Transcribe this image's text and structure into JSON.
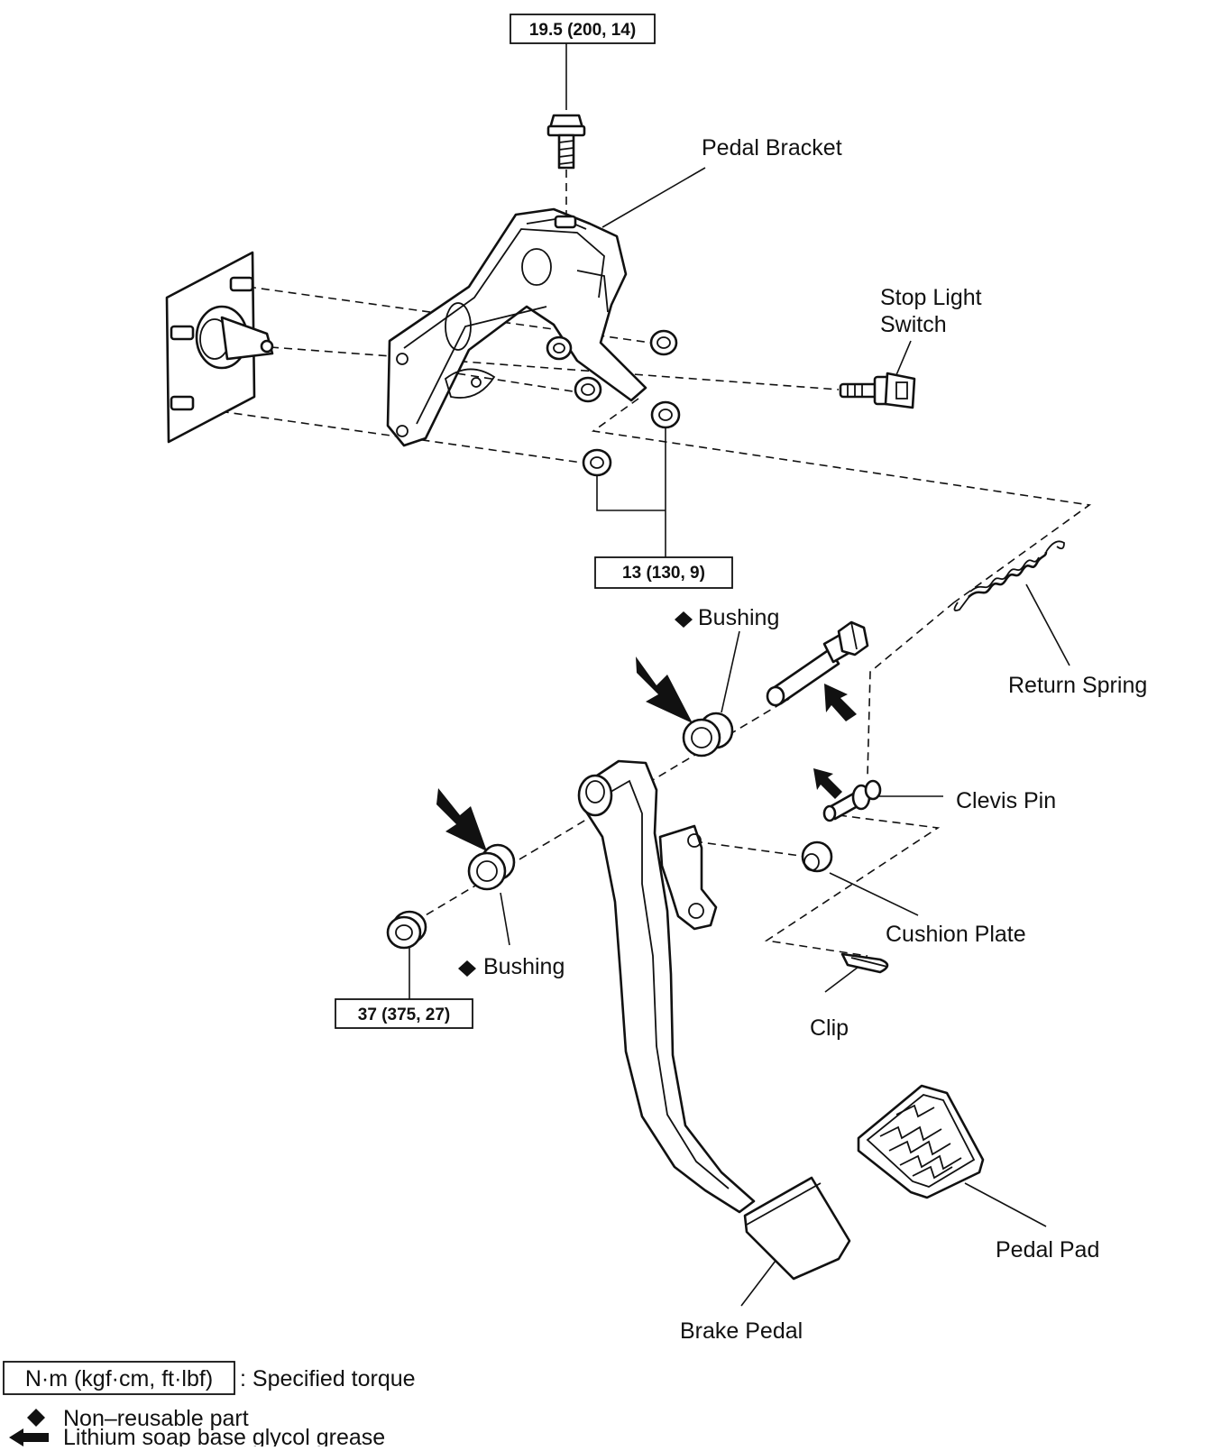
{
  "labels": {
    "pedal_bracket": "Pedal Bracket",
    "stop_light_switch_line1": "Stop Light",
    "stop_light_switch_line2": "Switch",
    "bushing_upper": "Bushing",
    "bushing_lower": "Bushing",
    "return_spring": "Return Spring",
    "clevis_pin": "Clevis Pin",
    "cushion_plate": "Cushion Plate",
    "clip": "Clip",
    "pedal_pad": "Pedal Pad",
    "brake_pedal": "Brake Pedal"
  },
  "torque_specs": {
    "bracket_bolt": "19.5 (200, 14)",
    "bracket_nuts": "13 (130, 9)",
    "pivot_nut": "37 (375, 27)"
  },
  "legend": {
    "torque_unit": "N·m (kgf·cm, ft·lbf)",
    "torque_desc": ": Specified torque",
    "non_reusable": "Non–reusable part",
    "grease": "Lithium soap base glycol grease"
  },
  "icons": {
    "non_reusable": "diamond-icon",
    "grease": "black-arrow-icon"
  },
  "colors": {
    "ink": "#111111",
    "paper": "#ffffff"
  }
}
